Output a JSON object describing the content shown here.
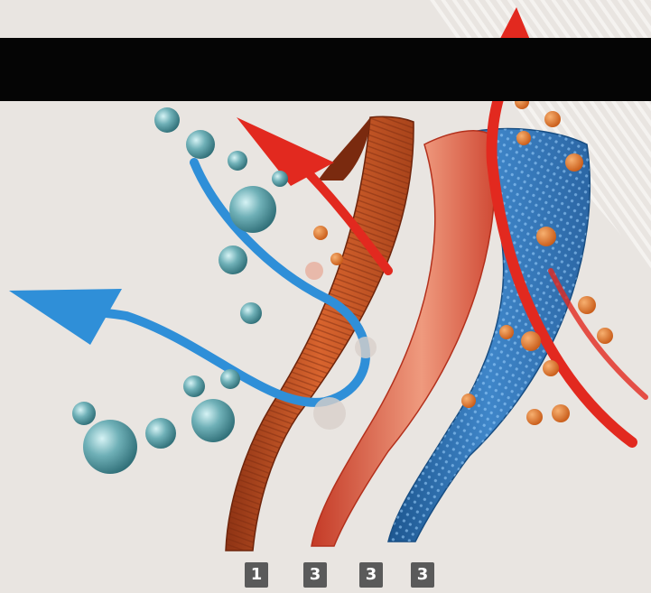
{
  "diagram": {
    "layer_labels": [
      "1",
      "3",
      "3",
      "3"
    ],
    "colors": {
      "background": "#e9e5e1",
      "banner": "#050505",
      "moisture_arrow": "#2f8fd8",
      "heat_arrow": "#e2291f",
      "outer_layer": "#c8572a",
      "middle_layer": "#e46c52",
      "inner_layer": "#2e72b8",
      "water_droplet": "#4f8f97",
      "heat_particle": "#e07a2c",
      "label_box": "#5a5a5a"
    },
    "icons": {
      "arrow_moisture": "blue-curved-arrow-icon",
      "arrow_heat": "red-curved-arrow-icon",
      "droplet": "water-bubble-icon",
      "particle": "orange-particle-icon"
    }
  }
}
